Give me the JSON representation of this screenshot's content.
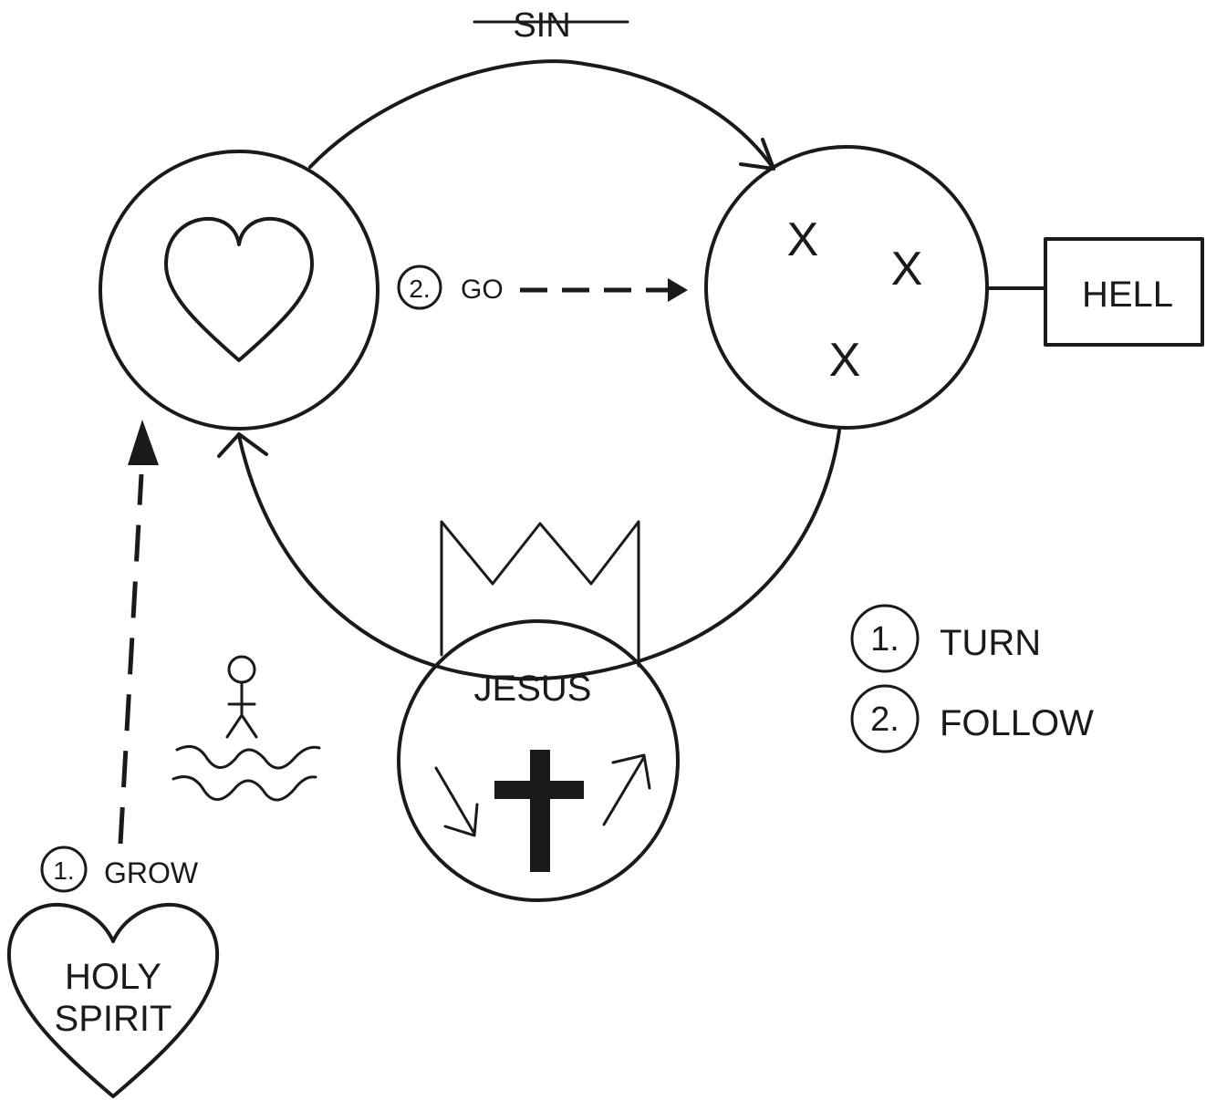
{
  "labels": {
    "sin": "SIN",
    "hell": "HELL",
    "jesus": "JESUS",
    "go": "GO",
    "grow": "GROW",
    "turn": "TURN",
    "follow": "FOLLOW",
    "holy": "HOLY",
    "spirit": "SPIRIT",
    "num_go": "2.",
    "num_grow": "1.",
    "num_turn": "1.",
    "num_follow": "2.",
    "x_mark": "X"
  },
  "colors": {
    "ink": "#1a1a1a",
    "background": "#ffffff"
  },
  "icons": [
    "heart-icon",
    "crown-icon",
    "cross-icon",
    "stick-figure-icon",
    "water-waves-icon",
    "down-arrow-icon",
    "up-arrow-icon"
  ]
}
